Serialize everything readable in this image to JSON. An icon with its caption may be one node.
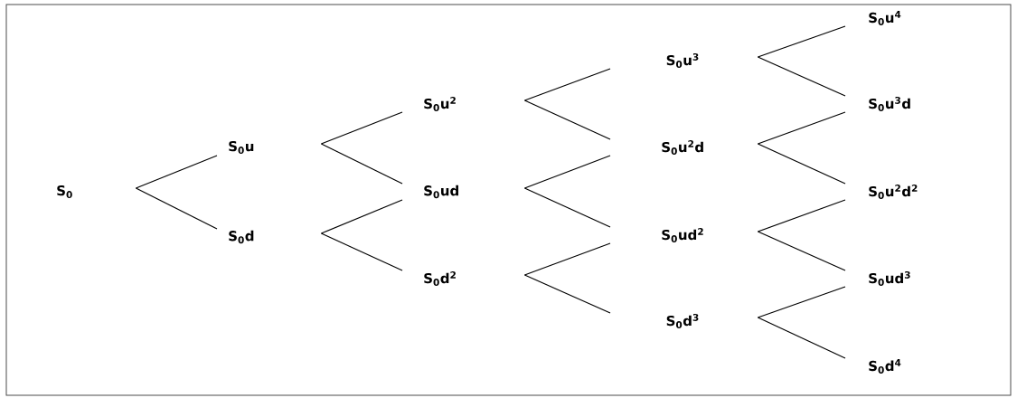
{
  "diagram": {
    "nodes": [
      {
        "text": [
          "S$_{0}$"
        ]
      },
      {
        "text": [
          "S$_{0}$u"
        ]
      },
      {
        "text": [
          "S$_{0}$d"
        ]
      },
      {
        "text": [
          "S$_{0}$u$^{2}$"
        ]
      },
      {
        "text": [
          "S$_{0}$ud"
        ]
      },
      {
        "text": [
          "S$_{0}$d$^{2}$"
        ]
      },
      {
        "text": [
          "S$_{0}$u$^{3}$"
        ]
      },
      {
        "text": [
          "S$_{0}$u$^{2}$d"
        ]
      },
      {
        "text": [
          "S$_{0}$ud$^{2}$"
        ]
      },
      {
        "text": [
          "S$_{0}$d$^{3}$"
        ]
      },
      {
        "text": [
          "S$_{0}$u$^{4}$"
        ]
      },
      {
        "text": [
          "S$_{0}$u$^{3}$d"
        ]
      },
      {
        "text": [
          "S$_{0}$u$^{2}$d$^{2}$"
        ]
      },
      {
        "text": [
          "S$_{0}$ud$^{3}$"
        ]
      },
      {
        "text": [
          "S$_{0}$d$^{4}$"
        ]
      }
    ],
    "edges": [
      {
        "from": 0,
        "to": 1,
        "arrow": "none"
      },
      {
        "from": 0,
        "to": 2,
        "arrow": "none"
      },
      {
        "from": 1,
        "to": 3,
        "arrow": "none"
      },
      {
        "from": 1,
        "to": 4,
        "arrow": "none"
      },
      {
        "from": 2,
        "to": 4,
        "arrow": "none"
      },
      {
        "from": 2,
        "to": 5,
        "arrow": "none"
      },
      {
        "from": 3,
        "to": 6,
        "arrow": "none"
      },
      {
        "from": 3,
        "to": 7,
        "arrow": "none"
      },
      {
        "from": 4,
        "to": 7,
        "arrow": "none"
      },
      {
        "from": 4,
        "to": 8,
        "arrow": "none"
      },
      {
        "from": 5,
        "to": 8,
        "arrow": "none"
      },
      {
        "from": 5,
        "to": 9,
        "arrow": "none"
      },
      {
        "from": 6,
        "to": 10,
        "arrow": "none"
      },
      {
        "from": 6,
        "to": 11,
        "arrow": "none"
      },
      {
        "from": 7,
        "to": 11,
        "arrow": "none"
      },
      {
        "from": 7,
        "to": 12,
        "arrow": "none"
      },
      {
        "from": 8,
        "to": 12,
        "arrow": "none"
      },
      {
        "from": 8,
        "to": 13,
        "arrow": "none"
      },
      {
        "from": 9,
        "to": 13,
        "arrow": "none"
      },
      {
        "from": 9,
        "to": 14,
        "arrow": "none"
      }
    ]
  }
}
